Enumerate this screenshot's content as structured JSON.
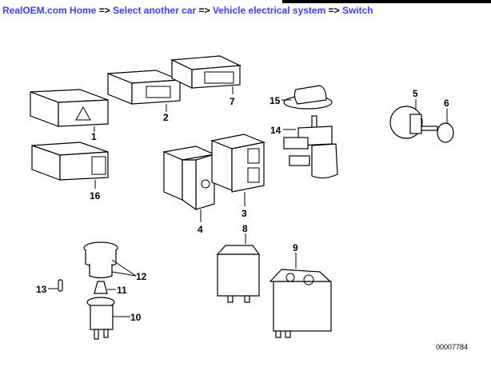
{
  "breadcrumb": {
    "items": [
      "RealOEM.com Home",
      "Select another car",
      "Vehicle electrical system",
      "Switch"
    ],
    "separator": "=>"
  },
  "diagram": {
    "callouts": [
      "1",
      "2",
      "3",
      "4",
      "5",
      "6",
      "7",
      "8",
      "9",
      "10",
      "11",
      "12",
      "13",
      "14",
      "15",
      "16"
    ],
    "drawing_code": "00007784"
  },
  "colors": {
    "link": "#3c3cff",
    "text": "#000000"
  }
}
